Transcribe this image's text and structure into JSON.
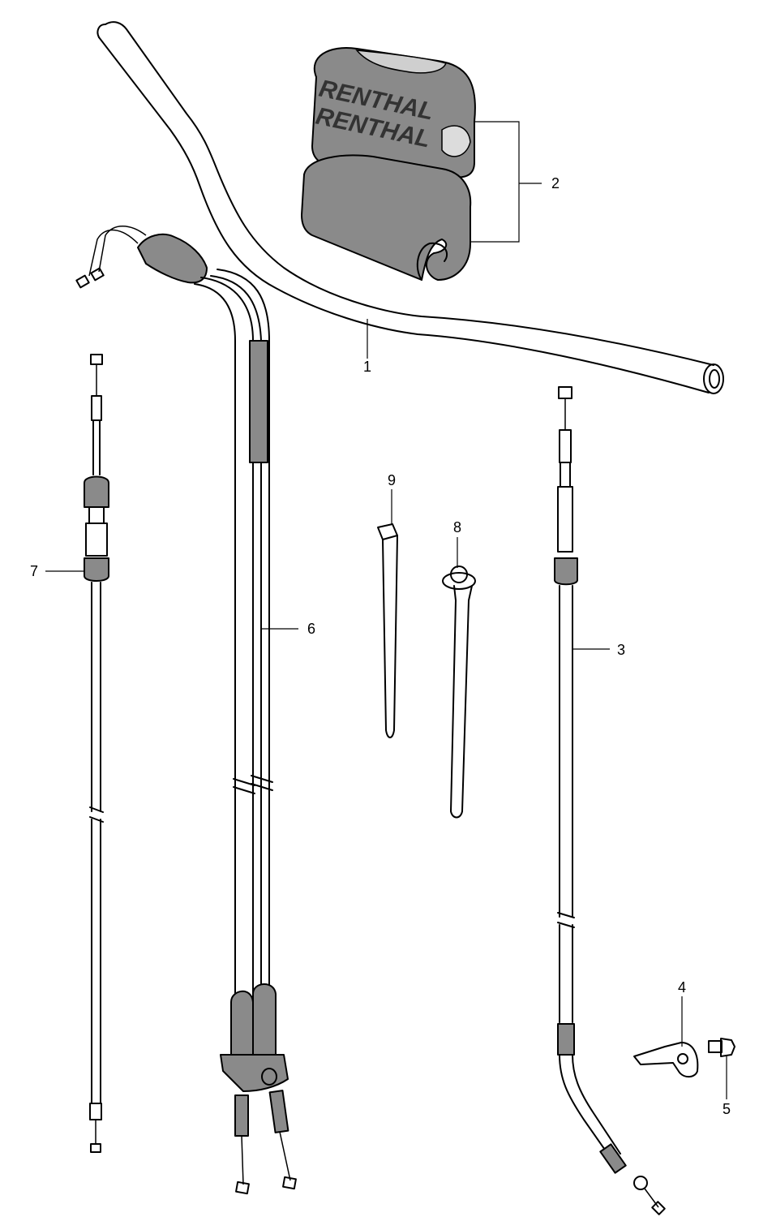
{
  "pad_brand_top": "RENTHAL",
  "pad_brand_side": "RENTHAL",
  "callouts": [
    {
      "id": "1",
      "label": "1"
    },
    {
      "id": "2",
      "label": "2"
    },
    {
      "id": "3",
      "label": "3"
    },
    {
      "id": "4",
      "label": "4"
    },
    {
      "id": "5",
      "label": "5"
    },
    {
      "id": "6",
      "label": "6"
    },
    {
      "id": "7",
      "label": "7"
    },
    {
      "id": "8",
      "label": "8"
    },
    {
      "id": "9",
      "label": "9"
    }
  ]
}
